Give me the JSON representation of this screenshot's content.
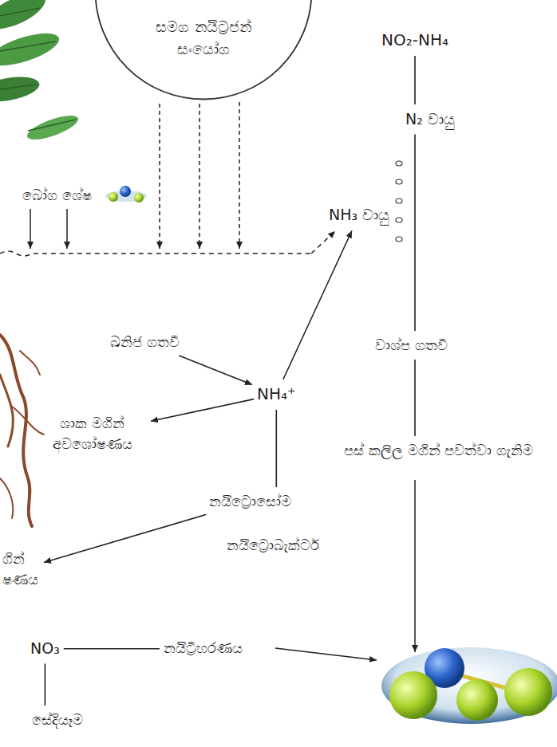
{
  "diagram": {
    "nodes": [
      {
        "text": [
          "සමග නයිට්‍රජන් සංයෝග"
        ]
      },
      {
        "text": [
          "NO₂-NH₄"
        ]
      },
      {
        "text": [
          "N₂ වායු"
        ]
      },
      {
        "text": [
          "බෝග ශේෂ"
        ]
      },
      {
        "text": [
          "NH₃ වායු"
        ]
      },
      {
        "text": [
          "ඛනිජ ගතවී"
        ]
      },
      {
        "text": [
          "වාශ්ප ගතවී"
        ]
      },
      {
        "text": [
          "NH₄⁺"
        ]
      },
      {
        "text": [
          "ශාක මගින් අවශෝෂණය"
        ]
      },
      {
        "text": [
          "පස් කලිල මගින් පවත්වා ගැනිම"
        ]
      },
      {
        "text": [
          "නයිට්‍රොසෝම"
        ]
      },
      {
        "text": [
          "ගින් ෂණය"
        ]
      },
      {
        "text": [
          "NO₃"
        ]
      },
      {
        "text": [
          "නයිට්‍රීහරණය"
        ]
      },
      {
        "text": [
          "සේදියෑම"
        ]
      }
    ],
    "edges": [
      {
        "from": 1,
        "to": 2,
        "arrow": "none"
      },
      {
        "from": 2,
        "to": 6,
        "arrow": "none"
      },
      {
        "from": 6,
        "to": 9,
        "arrow": "none"
      },
      {
        "from": 5,
        "to": 7,
        "arrow": "to"
      },
      {
        "from": 7,
        "to": 4,
        "arrow": "to"
      },
      {
        "from": 7,
        "to": 8,
        "arrow": "to"
      },
      {
        "from": 7,
        "to": 10,
        "arrow": "none"
      },
      {
        "from": 10,
        "to": 11,
        "label": "නයිට්‍රොබැක්ටර්",
        "arrow": "to"
      },
      {
        "from": 12,
        "to": 13,
        "arrow": "none"
      },
      {
        "from": 12,
        "to": 14,
        "arrow": "none"
      }
    ]
  }
}
